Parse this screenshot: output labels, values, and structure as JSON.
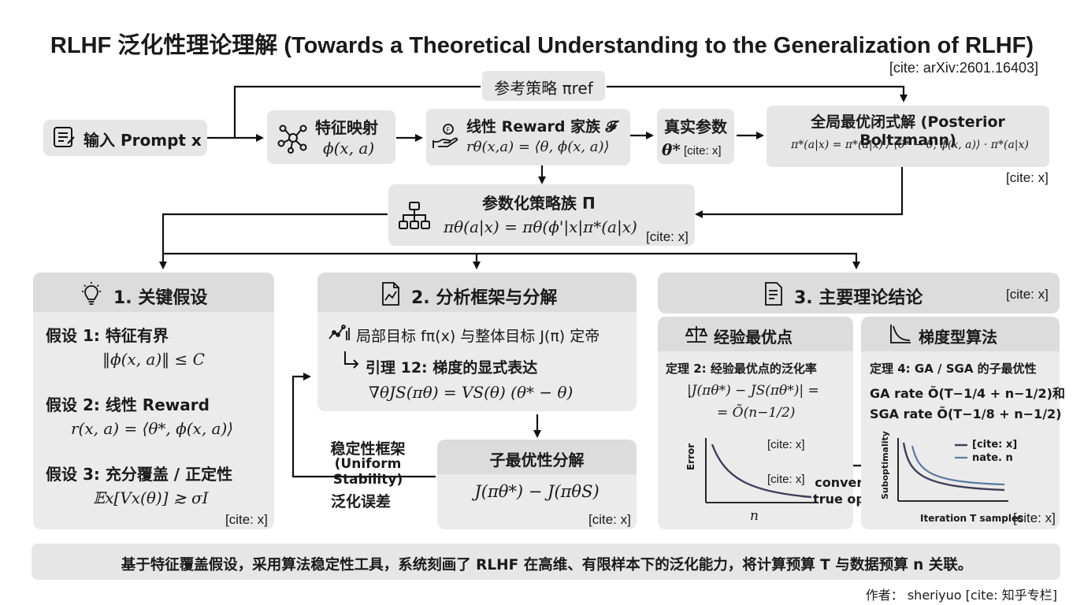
{
  "title": "RLHF 泛化性理论理解 (Towards a Theoretical Understanding to the Generalization of RLHF)",
  "title_cite": "[cite: arXiv:2601.16403]",
  "ref_policy": "参考策略 πref",
  "input": "输入 Prompt x",
  "feature_map": {
    "title": "特征映射",
    "formula": "ϕ(x, a)"
  },
  "reward": {
    "title": "线性 Reward 家族 𝓕",
    "formula": "rθ(x,a) = ⟨θ, ϕ(x, a)⟩"
  },
  "true_param": {
    "title": "真实参数",
    "symbol": "θ*",
    "cite": "[cite: x]"
  },
  "optimal": {
    "title": "全局最优闭式解 (Posterior Boltzmann)",
    "formula": "π*(a|x) = π*(a|x) / ⟨θ* − θ, ϕ(x, a)⟩ · π*(a|x)",
    "cite": "[cite: x]"
  },
  "param_policy": {
    "title": "参数化策略族 Π",
    "formula": "πθ(a|x) = πθ(ϕ'|x|π*(a|x)",
    "cite": "[cite: x]"
  },
  "panel1": {
    "title": "1. 关键假设",
    "a1_label": "假设 1: 特征有界",
    "a1_formula": "‖ϕ(x, a)‖ ≤ C",
    "a2_label": "假设 2: 线性 Reward",
    "a2_formula": "r(x, a) = ⟨θ*, ϕ(x, a)⟩",
    "a3_label": "假设 3: 充分覆盖 / 正定性",
    "a3_formula": "𝔼x[Vx(θ)] ≳ σI",
    "cite": "[cite: x]"
  },
  "panel2": {
    "title": "2. 分析框架与分解",
    "line1": "局部目标 fπ(x) 与整体目标 J(π) 定帝",
    "lemma": "引理 12: 梯度的显式表达",
    "lemma_formula": "∇θJS(πθ) = VS(θ) (θ* − θ)",
    "stability_1": "稳定性框架",
    "stability_2": "(Uniform Stability)",
    "gen_error": "泛化误差",
    "decomp_title": "子最优性分解",
    "decomp_formula": "J(πθ*) − J(πθS)",
    "cite": "[cite: x]"
  },
  "panel3": {
    "title": "3. 主要理论结论",
    "cite": "[cite: x]",
    "emp": {
      "title": "经验最优点",
      "thm": "定理 2: 经验最优点的泛化率",
      "f1": "|J(πθ*) − JS(πθ*)| =",
      "f2": "= Õ(n−1/2)",
      "ylabel": "Error",
      "xlabel": "n",
      "cite1": "[cite: x]",
      "cite2": "[cite: x]"
    },
    "converge": "converge to true optimal",
    "grad": {
      "title": "梯度型算法",
      "thm": "定理 4: GA / SGA 的子最优性",
      "ga": "GA rate Õ(T−1/4 + n−1/2)和",
      "sga": "SGA rate Õ(T−1/8 + n−1/2)",
      "legend1": "[cite: x]",
      "legend2": "nate. n",
      "ylabel": "Suboptimality",
      "xlabel": "Iteration T samples",
      "cite": "[cite: x]"
    }
  },
  "footer": "基于特征覆盖假设，采用算法稳定性工具，系统刻画了 RLHF 在高维、有限样本下的泛化能力，将计算预算 T 与数据预算 n 关联。",
  "author": "作者： sheriyuo [cite: 知乎专栏]",
  "colors": {
    "box": "#e6e6e6",
    "panel": "#ebebeb",
    "curve_dark": "#3d3f5a",
    "curve_light": "#5b7aa3"
  },
  "icons": [
    "prompt-doc-icon",
    "network-icon",
    "hand-coin-icon",
    "hierarchy-icon",
    "lightbulb-icon",
    "doc-chart-icon",
    "doc-list-icon",
    "balance-icon",
    "curve-icon",
    "trend-icon"
  ]
}
